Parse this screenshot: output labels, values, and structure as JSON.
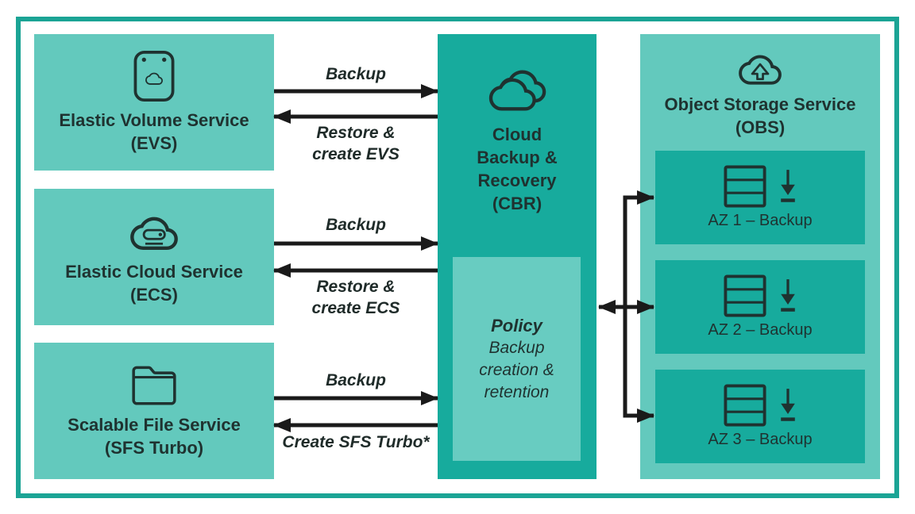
{
  "colors": {
    "light_teal": "#63c9bd",
    "dark_teal": "#17ab9d",
    "policy_teal": "#68ccc1",
    "frame_border": "#1ba495",
    "text_dark": "#1f3230",
    "arrow_black": "#1a1a1a"
  },
  "sources": [
    {
      "title": "Elastic Volume Service",
      "abbr": "(EVS)"
    },
    {
      "title": "Elastic Cloud Service",
      "abbr": "(ECS)"
    },
    {
      "title": "Scalable File Service",
      "abbr": "(SFS Turbo)"
    }
  ],
  "flows": [
    {
      "forward": "Backup",
      "back1": "Restore &",
      "back2": "create EVS"
    },
    {
      "forward": "Backup",
      "back1": "Restore &",
      "back2": "create ECS"
    },
    {
      "forward": "Backup",
      "back1": "Create SFS Turbo*",
      "back2": ""
    }
  ],
  "cbr": {
    "line1": "Cloud",
    "line2": "Backup &",
    "line3": "Recovery",
    "line4": "(CBR)",
    "policy_heading": "Policy",
    "policy1": "Backup",
    "policy2": "creation &",
    "policy3": "retention"
  },
  "obs": {
    "title": "Object Storage Service",
    "abbr": "(OBS)",
    "zones": [
      {
        "label": "AZ 1 – Backup"
      },
      {
        "label": "AZ 2 – Backup"
      },
      {
        "label": "AZ 3 – Backup"
      }
    ]
  }
}
